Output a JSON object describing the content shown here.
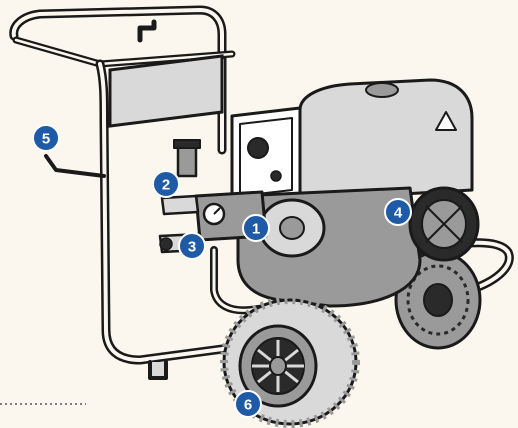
{
  "colors": {
    "background": "#fbf6ee",
    "callout_fill": "#1f5aa6",
    "callout_ring": "#ffffff",
    "callout_text": "#ffffff",
    "line": "#1a1a1a",
    "leader": "#555555",
    "shade_dark": "#2a2a2a",
    "shade_mid": "#9a9a9a",
    "shade_light": "#d9d9d9"
  },
  "callouts": [
    {
      "id": "1",
      "label": "1"
    },
    {
      "id": "2",
      "label": "2"
    },
    {
      "id": "3",
      "label": "3"
    },
    {
      "id": "4",
      "label": "4"
    },
    {
      "id": "5",
      "label": "5"
    },
    {
      "id": "6",
      "label": "6"
    }
  ]
}
